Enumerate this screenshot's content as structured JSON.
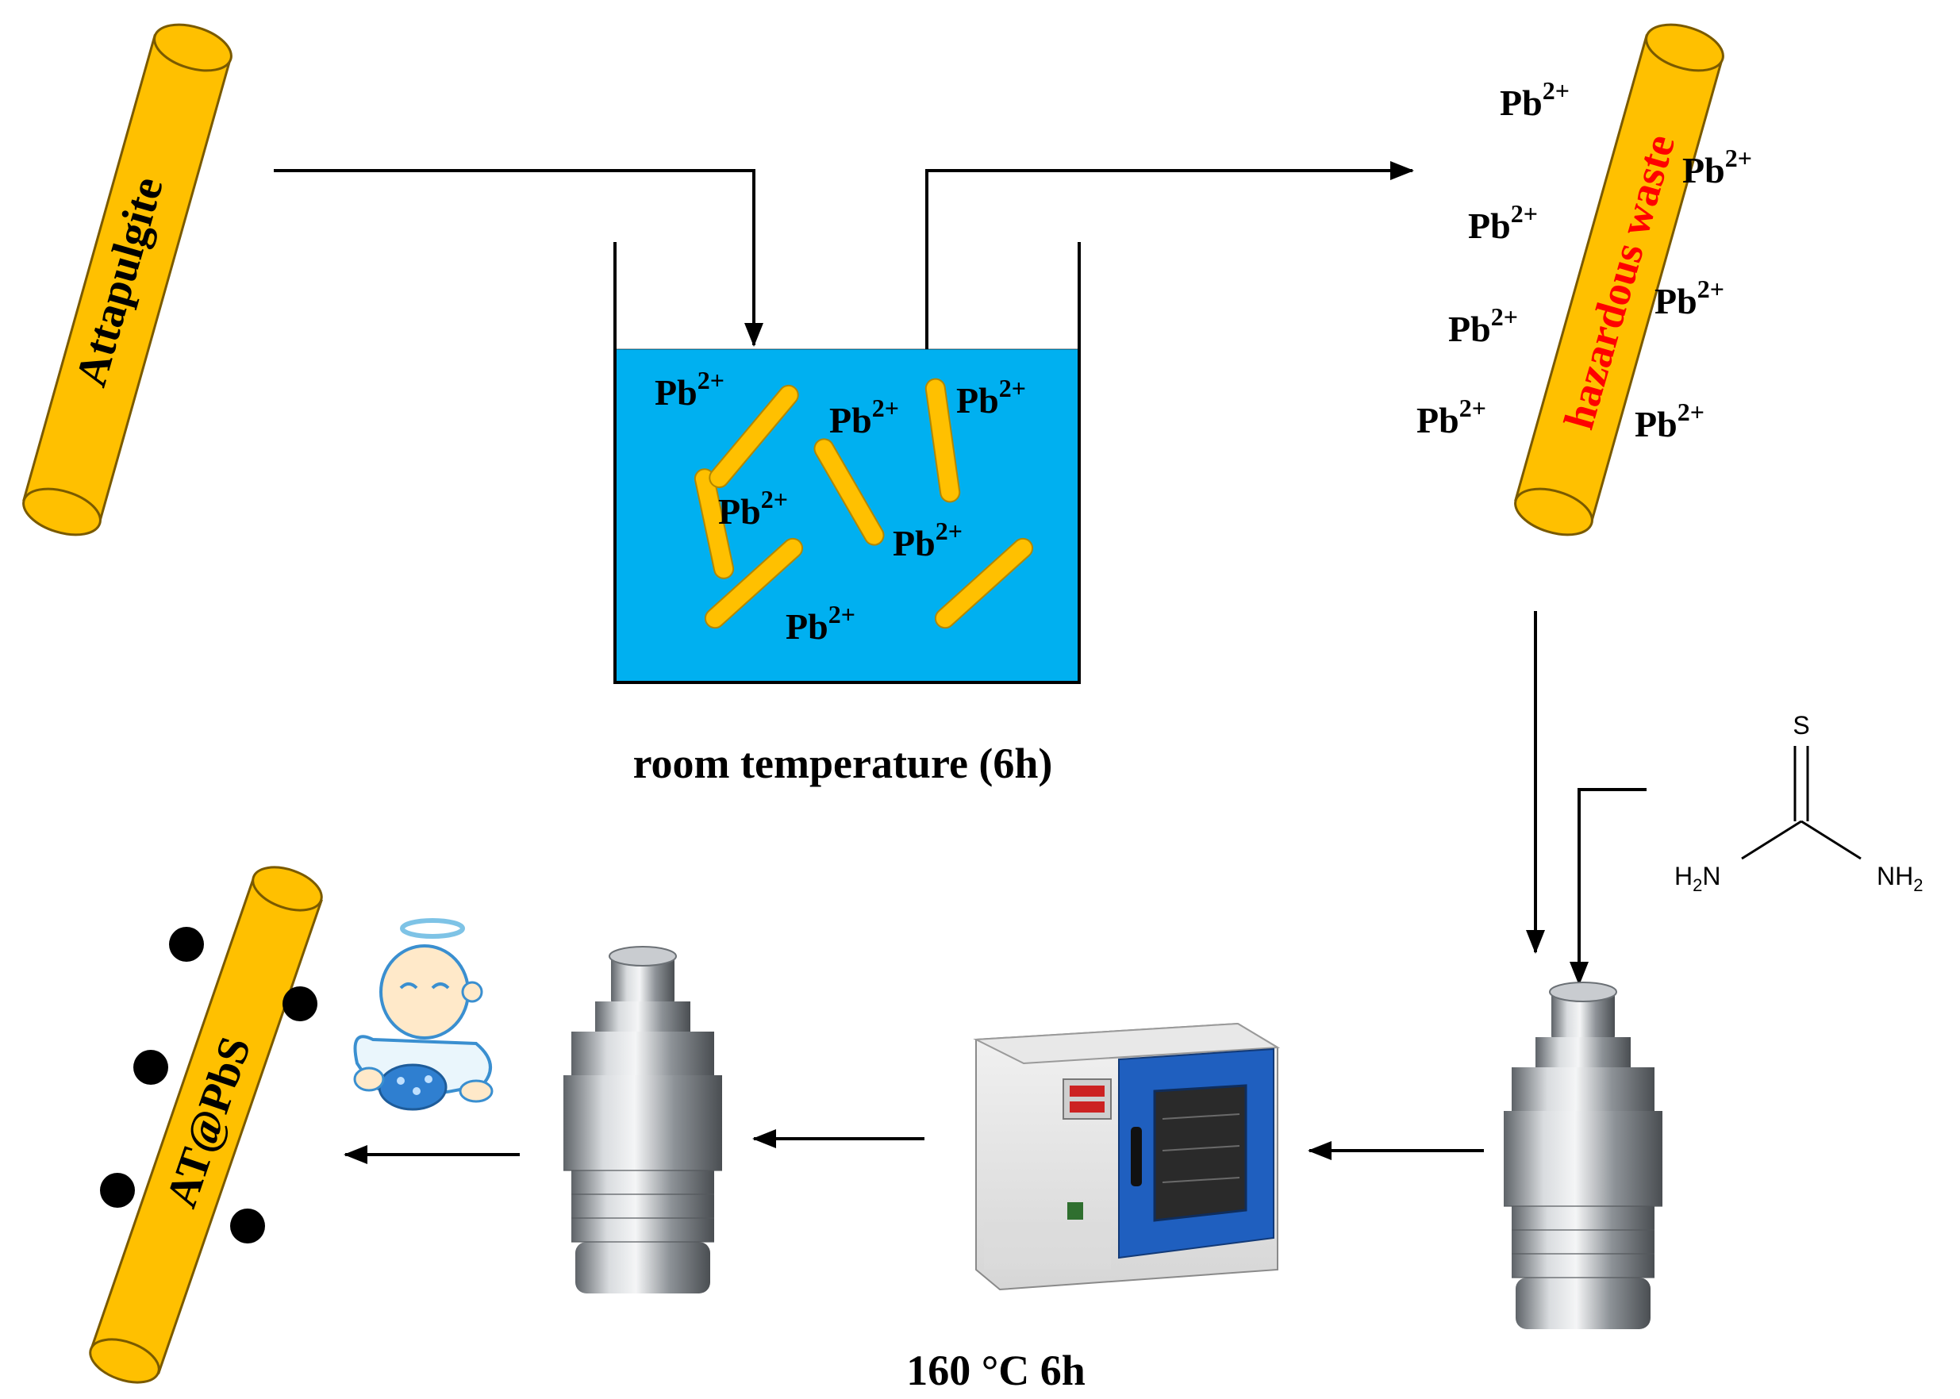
{
  "labels": {
    "attapulgite": "Attapulgite",
    "hazardous_waste": "hazardous waste",
    "room_temperature": "room temperature (6h)",
    "oven_condition": "160 °C  6h",
    "product": "AT@PbS"
  },
  "ion": {
    "base": "Pb",
    "charge": "2+"
  },
  "thiourea": {
    "s": "S",
    "left_amine": "H",
    "left_amine_sub": "2",
    "left_amine_n": "N",
    "right_amine": "NH",
    "right_amine_sub": "2"
  },
  "icons": [
    "attapulgite-rod",
    "beaker",
    "autoclave",
    "drying-oven",
    "baby-angel"
  ],
  "colors": {
    "rod_fill": "#FFC000",
    "rod_stroke": "#B8860B",
    "water": "#00B0F0",
    "warning_text": "#FF0000",
    "oven_door": "#1F5FBF",
    "steel": "#9EA3A8"
  }
}
